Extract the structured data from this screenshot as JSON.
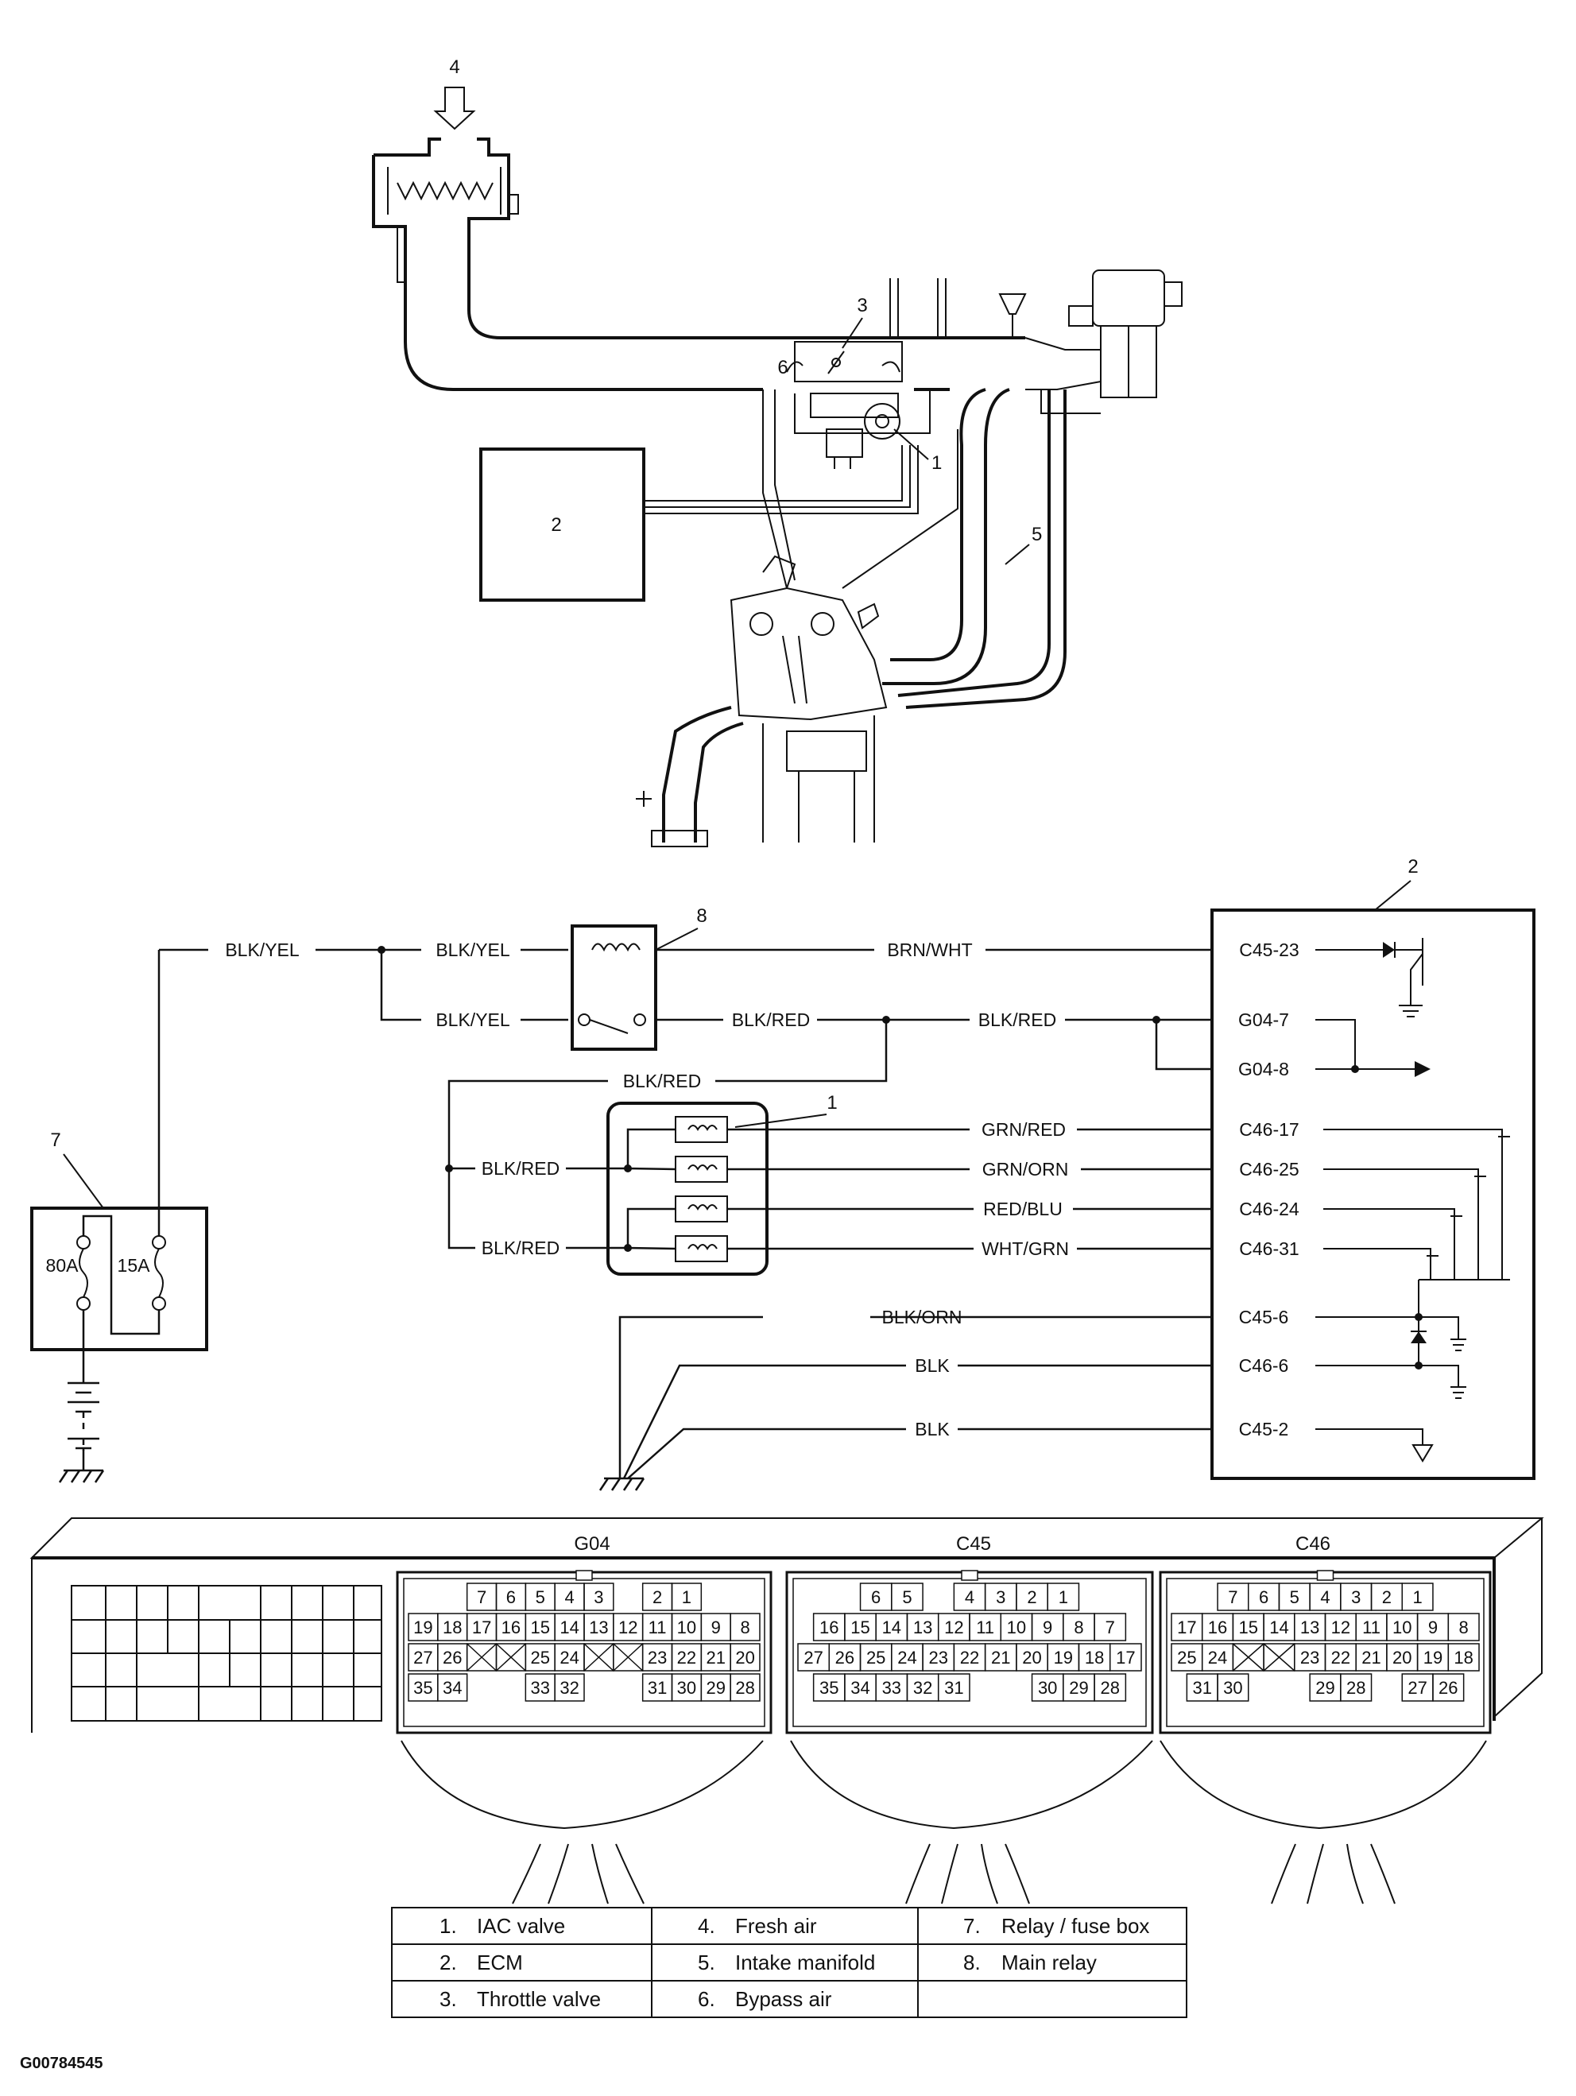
{
  "figure_code": "G00784545",
  "callouts": {
    "top": {
      "iac": "1",
      "ecm": "2",
      "throttle": "3",
      "fresh_air": "4",
      "manifold": "5",
      "bypass": "6"
    },
    "ecm": "2",
    "relay_fuse_box": "7",
    "main_relay": "8",
    "iac_block": "1"
  },
  "fuses": {
    "f80": "80A",
    "f15": "15A"
  },
  "wires": {
    "blk_yel": "BLK/YEL",
    "blk_red": "BLK/RED",
    "brn_wht": "BRN/WHT",
    "grn_red": "GRN/RED",
    "grn_orn": "GRN/ORN",
    "red_blu": "RED/BLU",
    "wht_grn": "WHT/GRN",
    "blk_orn": "BLK/ORN",
    "blk": "BLK"
  },
  "ecm_pins": [
    "C45-23",
    "G04-7",
    "G04-8",
    "C46-17",
    "C46-25",
    "C46-24",
    "C46-31",
    "C45-6",
    "C46-6",
    "C45-2"
  ],
  "connectors": [
    {
      "name": "G04",
      "rows": [
        [
          "7",
          "6",
          "5",
          "4",
          "3",
          "",
          "2",
          "1"
        ],
        [
          "19",
          "18",
          "17",
          "16",
          "15",
          "14",
          "13",
          "12",
          "11",
          "10",
          "9",
          "8"
        ],
        [
          "27",
          "26",
          "X",
          "X",
          "25",
          "24",
          "X",
          "X",
          "23",
          "22",
          "21",
          "20"
        ],
        [
          "35",
          "34",
          "",
          "",
          "33",
          "32",
          "",
          "",
          "31",
          "30",
          "29",
          "28"
        ]
      ]
    },
    {
      "name": "C45",
      "rows": [
        [
          "6",
          "5",
          "",
          "4",
          "3",
          "2",
          "1"
        ],
        [
          "16",
          "15",
          "14",
          "13",
          "12",
          "11",
          "10",
          "9",
          "8",
          "7"
        ],
        [
          "27",
          "26",
          "25",
          "24",
          "23",
          "22",
          "21",
          "20",
          "19",
          "18",
          "17"
        ],
        [
          "35",
          "34",
          "33",
          "32",
          "31",
          "",
          "",
          "30",
          "29",
          "28"
        ]
      ]
    },
    {
      "name": "C46",
      "rows": [
        [
          "7",
          "6",
          "5",
          "4",
          "3",
          "2",
          "1"
        ],
        [
          "17",
          "16",
          "15",
          "14",
          "13",
          "12",
          "11",
          "10",
          "9",
          "8"
        ],
        [
          "25",
          "24",
          "X",
          "X",
          "23",
          "22",
          "21",
          "20",
          "19",
          "18"
        ],
        [
          "31",
          "30",
          "",
          "",
          "29",
          "28",
          "",
          "27",
          "26"
        ]
      ]
    }
  ],
  "legend": [
    {
      "num": "1.",
      "text": "IAC valve"
    },
    {
      "num": "2.",
      "text": "ECM"
    },
    {
      "num": "3.",
      "text": "Throttle valve"
    },
    {
      "num": "4.",
      "text": "Fresh air"
    },
    {
      "num": "5.",
      "text": "Intake manifold"
    },
    {
      "num": "6.",
      "text": "Bypass air"
    },
    {
      "num": "7.",
      "text": "Relay / fuse box"
    },
    {
      "num": "8.",
      "text": "Main relay"
    }
  ]
}
